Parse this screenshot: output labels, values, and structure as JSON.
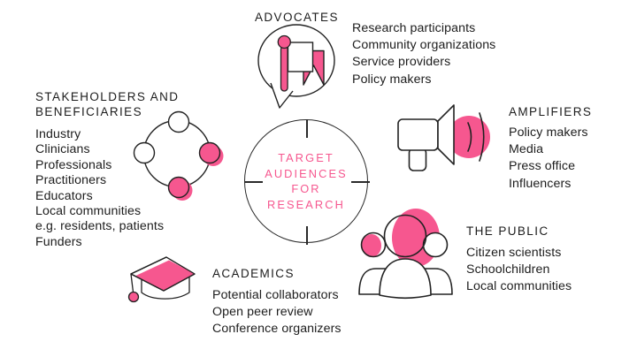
{
  "title": "Target audiences for research diagram",
  "colors": {
    "pink": "#F6578F",
    "ink": "#1D1D1D"
  },
  "center": {
    "lines": [
      "TARGET",
      "AUDIENCES",
      "FOR",
      "RESEARCH"
    ]
  },
  "sections": {
    "advocates": {
      "title": "ADVOCATES",
      "icon": "flag-speech-bubble-icon",
      "items": [
        "Research participants",
        "Community organizations",
        "Service providers",
        "Policy makers"
      ]
    },
    "stakeholders": {
      "title_line1": "STAKEHOLDERS AND",
      "title_line2": "BENEFICIARIES",
      "icon": "cycle-circles-icon",
      "items": [
        "Industry",
        "Clinicians",
        "Professionals",
        "Practitioners",
        "Educators",
        "Local communities",
        "e.g. residents, patients",
        "Funders"
      ]
    },
    "amplifiers": {
      "title": "AMPLIFIERS",
      "icon": "megaphone-icon",
      "items": [
        "Policy makers",
        "Media",
        "Press office",
        "Influencers"
      ]
    },
    "public": {
      "title": "THE PUBLIC",
      "icon": "people-group-icon",
      "items": [
        "Citizen scientists",
        "Schoolchildren",
        "Local communities"
      ]
    },
    "academics": {
      "title": "ACADEMICS",
      "icon": "graduation-cap-icon",
      "items": [
        "Potential collaborators",
        "Open peer review",
        "Conference organizers"
      ]
    }
  }
}
